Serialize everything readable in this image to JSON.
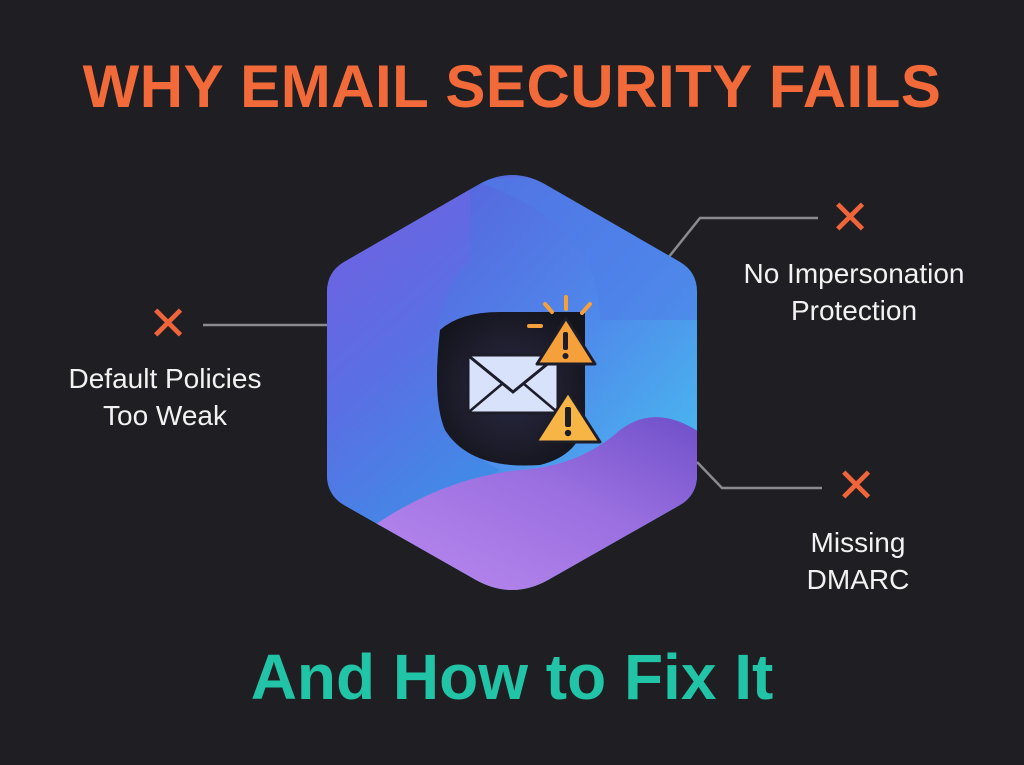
{
  "heading": {
    "title": "WHY EMAIL SECURITY FAILS",
    "subtitle": "And How to Fix It"
  },
  "colors": {
    "background": "#1f1f23",
    "title": "#f26a3a",
    "subtitle": "#22c4a8",
    "x_mark": "#f0643a",
    "warning": "#f5a03a",
    "logo_blue": "#4f6fe8",
    "logo_cyan": "#46d4f2",
    "logo_purple": "#a67ae6"
  },
  "center_icons": [
    "hexagon-logo",
    "envelope-icon",
    "warning-icon",
    "warning-icon"
  ],
  "callouts": [
    {
      "icon": "x-icon",
      "line1": "No Impersonation",
      "line2": "Protection"
    },
    {
      "icon": "x-icon",
      "line1": "Default Policies",
      "line2": "Too Weak"
    },
    {
      "icon": "x-icon",
      "line1": "Missing",
      "line2": "DMARC"
    }
  ]
}
